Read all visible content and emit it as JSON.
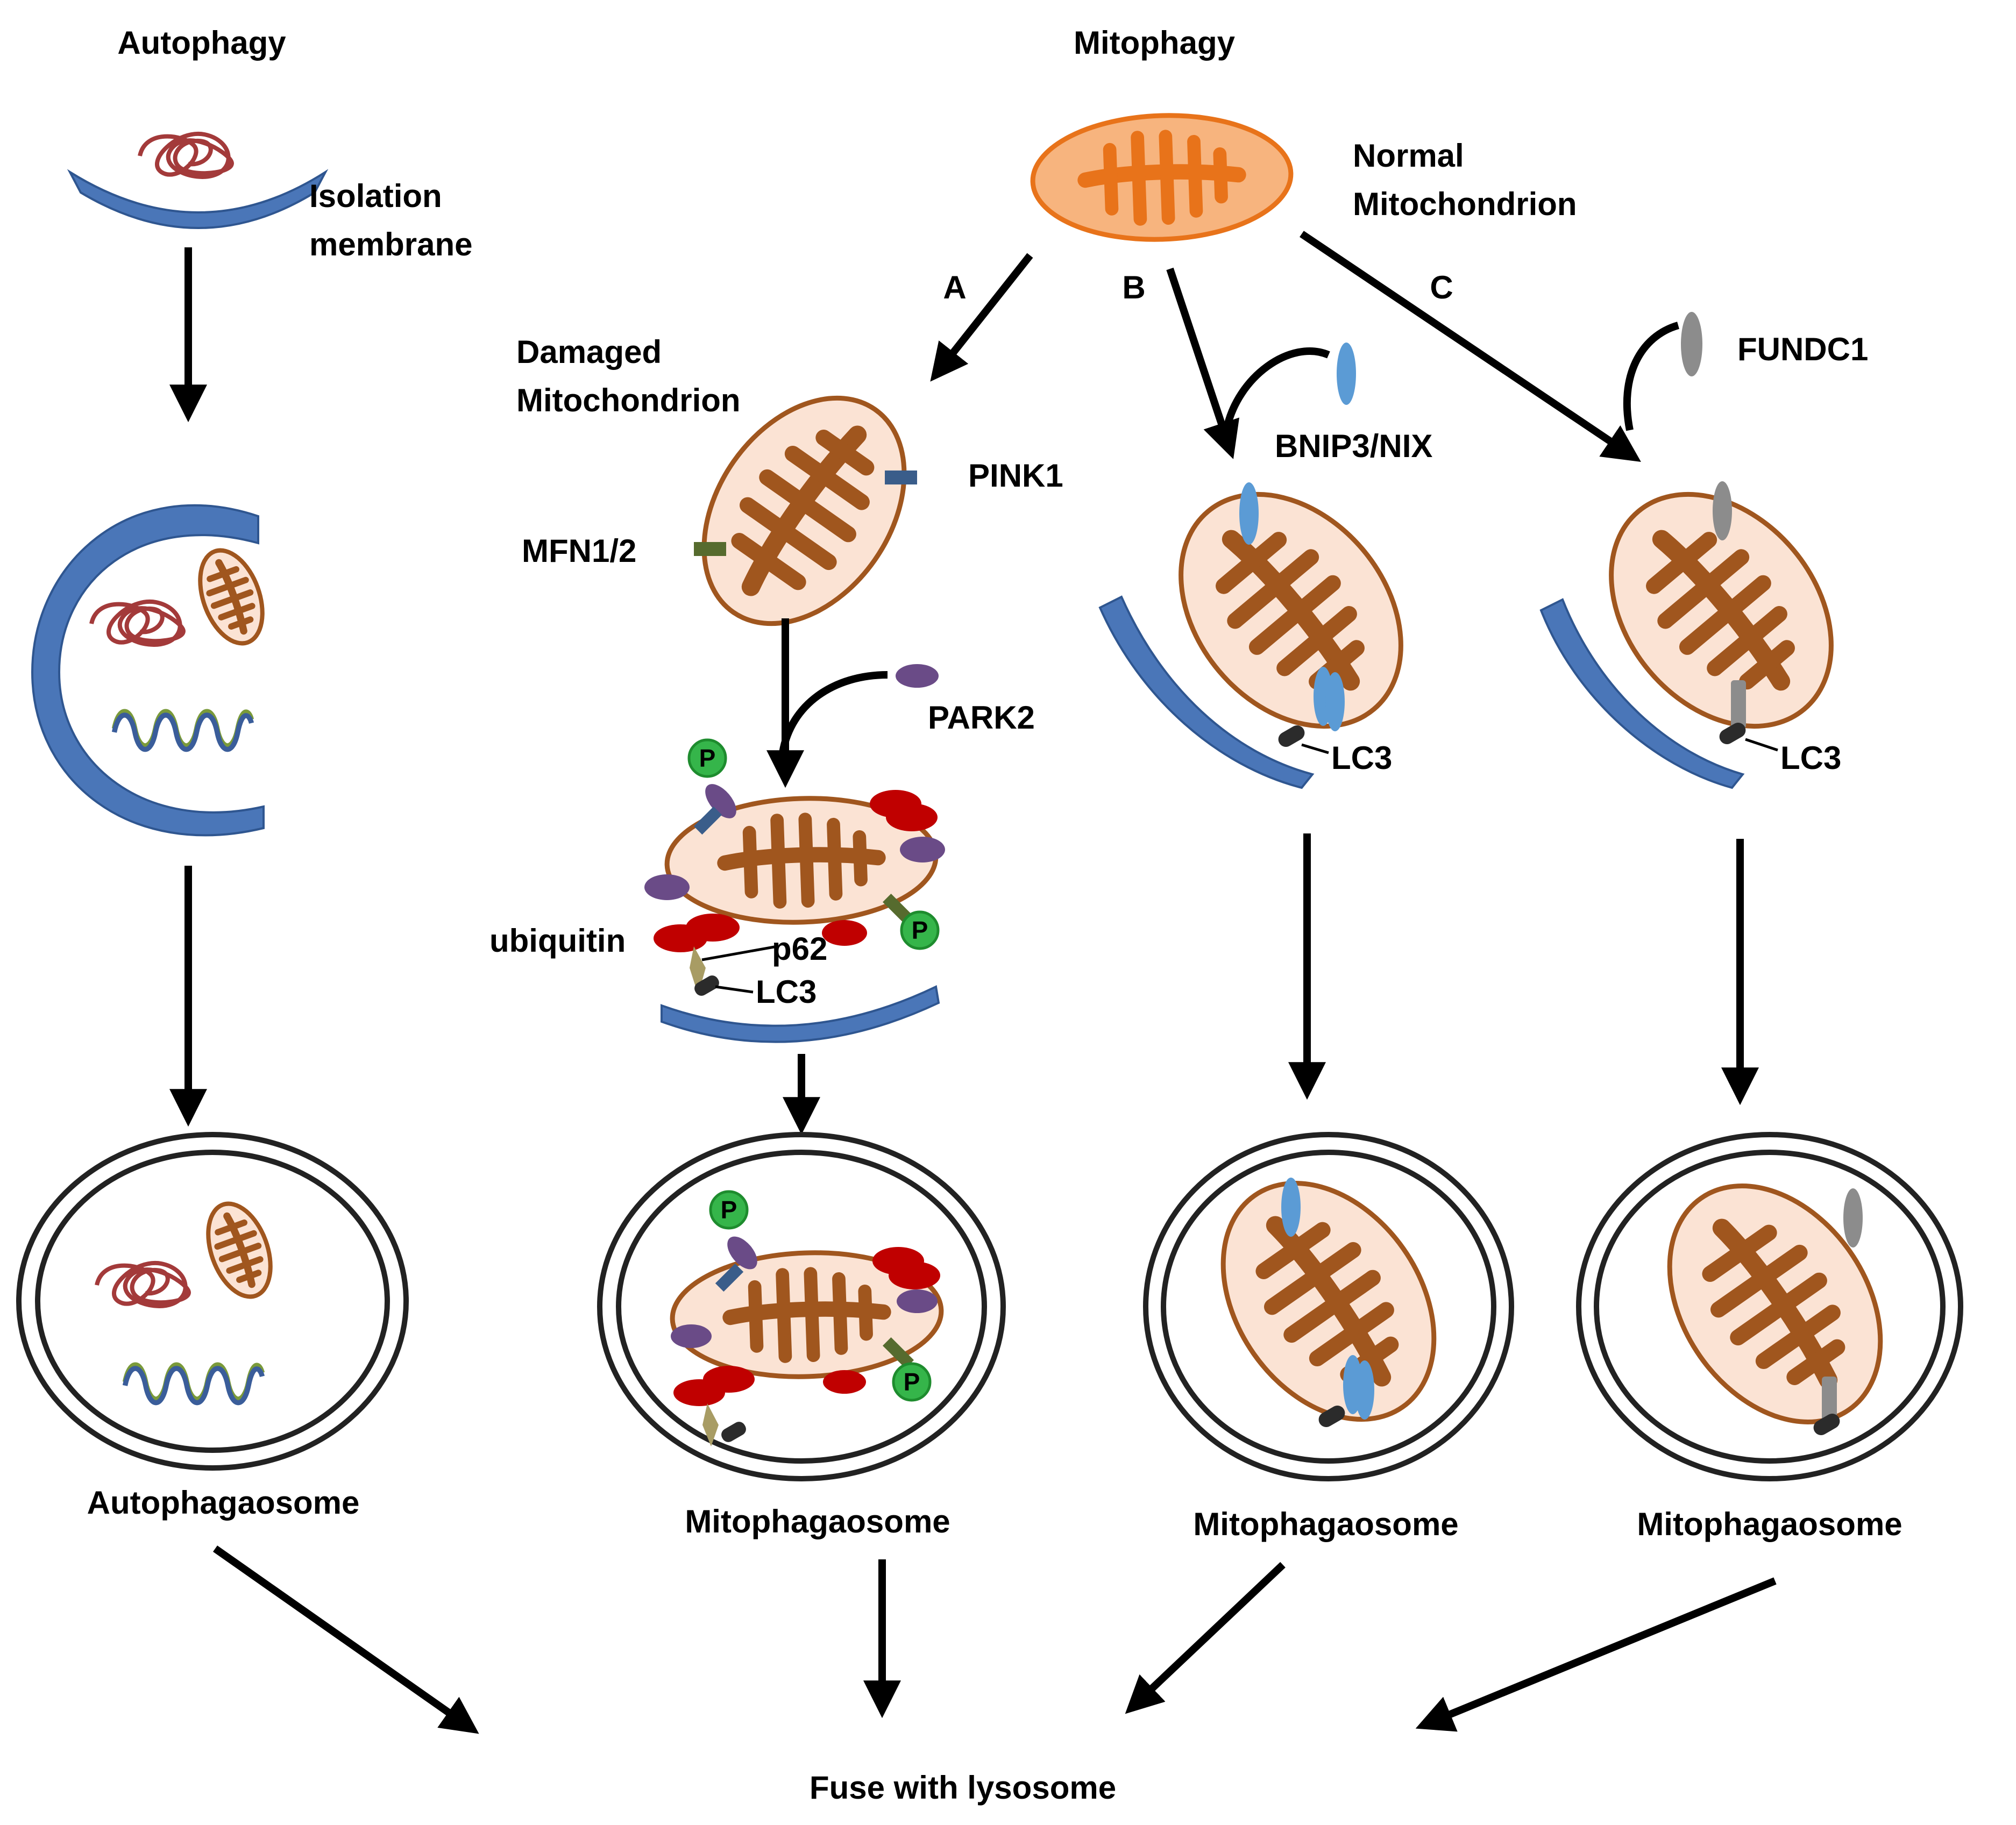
{
  "titles": {
    "autophagy": "Autophagy",
    "mitophagy": "Mitophagy"
  },
  "labels": {
    "isolation_membrane": [
      "Isolation",
      "membrane"
    ],
    "normal_mitochondrion": [
      "Normal",
      "Mitochondrion"
    ],
    "damaged_mitochondrion": [
      "Damaged",
      "Mitochondrion"
    ],
    "pink1": "PINK1",
    "mfn": "MFN1/2",
    "park2": "PARK2",
    "ubiquitin": "ubiquitin",
    "p62": "p62",
    "lc3": "LC3",
    "bnip3": "BNIP3/NIX",
    "fundc1": "FUNDC1",
    "phospho": "P",
    "autophagosome": "Autophagaosome",
    "mitophagosome": "Mitophagaosome",
    "fuse": "Fuse with lysosome"
  },
  "pathways": [
    "A",
    "B",
    "C"
  ],
  "colors": {
    "membrane_blue": "#4a76b8",
    "normal_mito_fill": "#f7b47e",
    "normal_mito_stroke": "#e8731a",
    "damaged_mito_fill": "#fbe3d4",
    "mito_stroke": "#a0561e",
    "cristae": "#a0561e",
    "pink1": "#3a5d8a",
    "mfn": "#566b2e",
    "park2": "#6a4b87",
    "ubiquitin": "#c00000",
    "p62": "#a89c64",
    "lc3": "#2b2b2b",
    "bnip3": "#5b9bd5",
    "fundc1": "#8c8c8c",
    "phospho_fill": "#35b54a",
    "protein_red": "#a33a3a",
    "dna_green": "#7a9a3a",
    "dna_blue": "#3a5d9a"
  }
}
